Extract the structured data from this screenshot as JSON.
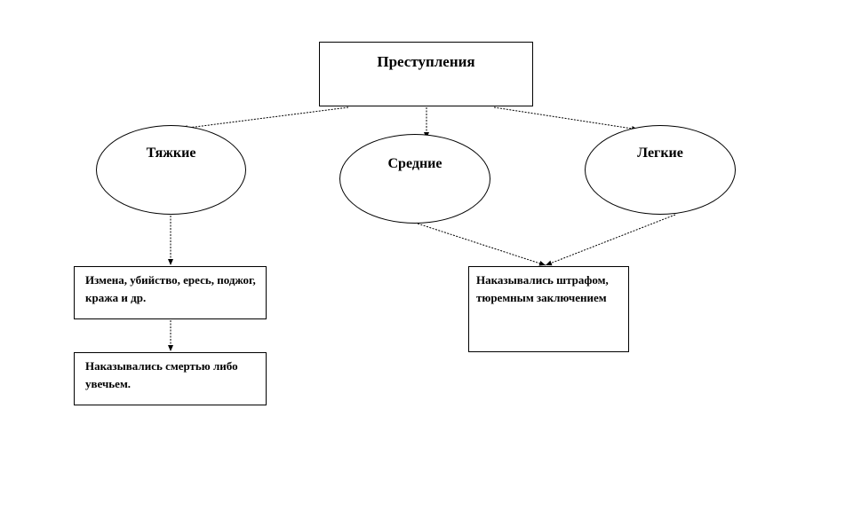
{
  "diagram": {
    "root": {
      "label": "Преступления"
    },
    "categories": [
      {
        "label": "Тяжкие"
      },
      {
        "label": "Средние"
      },
      {
        "label": "Легкие"
      }
    ],
    "details": {
      "severe_crimes": "Измена, убийство, ересь, поджог, кража и др.",
      "severe_punishment": "Наказывались смертью либо увечьем.",
      "other_punishment": "Наказывались штрафом,  тюремным заключением"
    }
  }
}
